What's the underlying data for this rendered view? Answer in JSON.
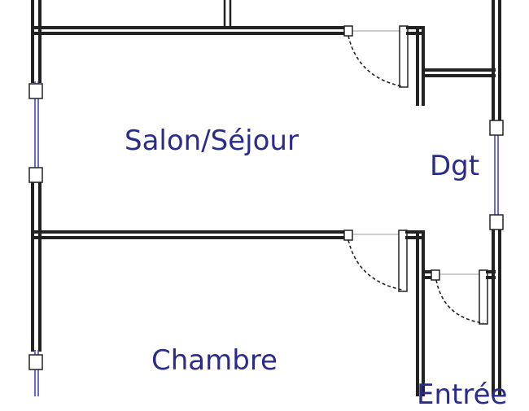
{
  "plan": {
    "rooms": {
      "salon": "Salon/Séjour",
      "dgt": "Dgt",
      "chambre": "Chambre",
      "entree": "Entrée"
    },
    "colors": {
      "wall": "#222222",
      "label": "#2b2b8c",
      "window": "#3a3ab0",
      "background": "#ffffff"
    }
  }
}
